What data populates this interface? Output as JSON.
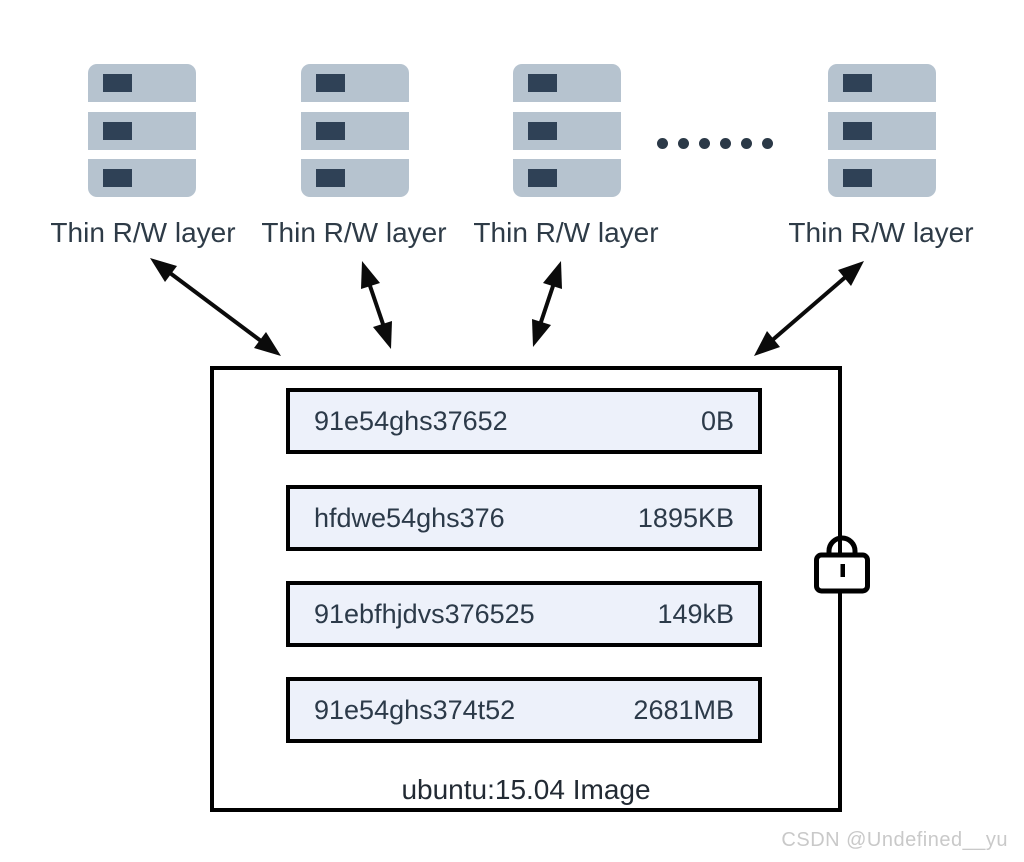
{
  "diagram": {
    "stacks": [
      {
        "label": "Thin R/W layer"
      },
      {
        "label": "Thin R/W layer"
      },
      {
        "label": "Thin R/W layer"
      },
      {
        "label": "Thin R/W layer"
      }
    ],
    "ellipsis_dot_count": 6,
    "image_box": {
      "layers": [
        {
          "id": "91e54ghs37652",
          "size": "0B"
        },
        {
          "id": "hfdwe54ghs376",
          "size": "1895KB"
        },
        {
          "id": "91ebfhjdvs376525",
          "size": "149kB"
        },
        {
          "id": "91e54ghs374t52",
          "size": "2681MB"
        }
      ],
      "caption": "ubuntu:15.04 Image"
    },
    "icons": {
      "server_stack": "server-stack-icon",
      "lock": "lock-icon",
      "connector": "double-headed-arrow"
    },
    "colors": {
      "server_body": "#b6c3cf",
      "server_slot": "#2f4156",
      "layer_fill": "#edf1fa",
      "outline": "#000000",
      "label_text": "#2e3b47",
      "watermark": "#c9c9c9"
    },
    "watermark": "CSDN @Undefined__yu"
  }
}
